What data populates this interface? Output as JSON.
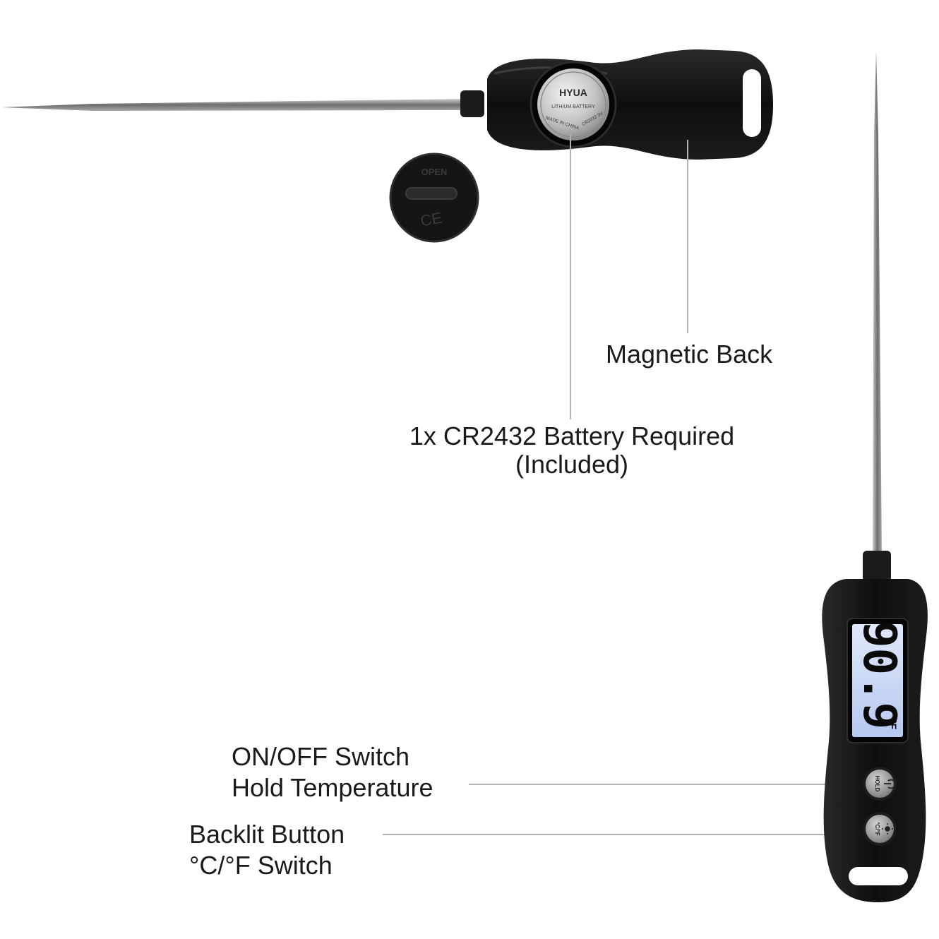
{
  "callouts": {
    "magnetic_back": "Magnetic Back",
    "battery_line1": "1x CR2432 Battery Required",
    "battery_line2": "(Included)",
    "power_line1": "ON/OFF Switch",
    "power_line2": "Hold Temperature",
    "backlight_line1": "Backlit Button",
    "backlight_line2": "°C/°F Switch"
  },
  "battery": {
    "brand": "HYUA",
    "type_text": "LITHIUM BATTERY",
    "origin_text": "MADE IN CHINA",
    "model_text": "CR2032 3V"
  },
  "battery_cover": {
    "open_text": "OPEN",
    "mark_text": "CE"
  },
  "display": {
    "reading": "90.9",
    "unit": "°F"
  },
  "buttons": {
    "hold_text": "HOLD",
    "unit_switch_text": "°C/°F"
  },
  "colors": {
    "body": "#121212",
    "lcd": "#c9d8f5",
    "probe": "#9a9a9a",
    "leader_line": "#b3b3b3"
  }
}
